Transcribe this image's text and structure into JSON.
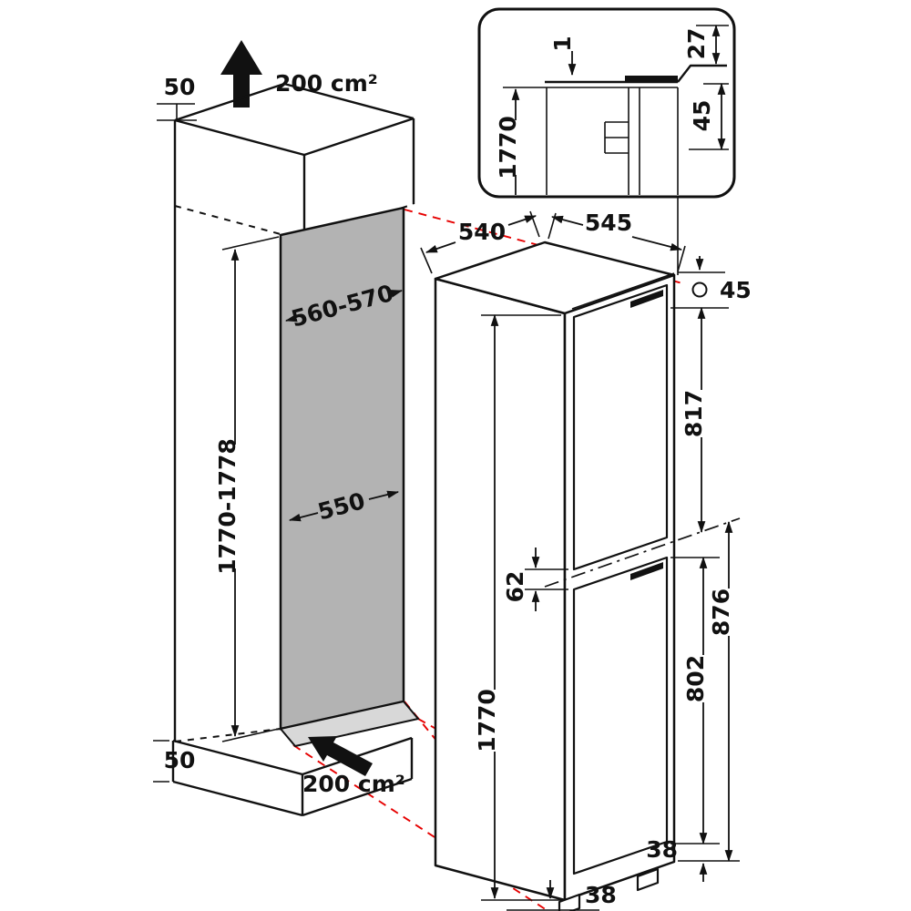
{
  "colors": {
    "projection": "#e60000",
    "niche_panel": "#b3b3b3",
    "niche_floor": "#d8d8d8",
    "ink": "#111111"
  },
  "niche": {
    "top_clearance": "50",
    "top_vent_area": "200 cm²",
    "width_range": "560-570",
    "depth": "550",
    "height_range": "1770-1778",
    "bottom_clearance": "50",
    "bottom_vent_area": "200 cm²"
  },
  "appliance": {
    "top_depth": "540",
    "top_width": "545",
    "hinge_top_offset": "45",
    "upper_door_height": "817",
    "door_gap": "62",
    "lower_section_height": "876",
    "lower_door_height": "802",
    "right_plinth_height": "38",
    "bottom_foot_height": "38",
    "total_height": "1770"
  },
  "inset": {
    "top_gap": "1",
    "top_offset": "27",
    "hinge_depth": "45",
    "height": "1770"
  }
}
